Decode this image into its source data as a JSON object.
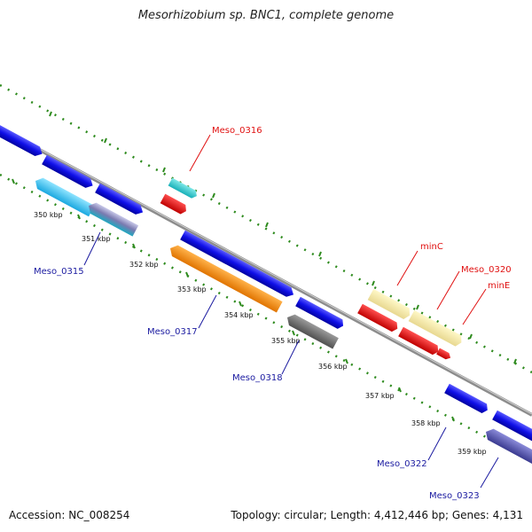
{
  "title": "Mesorhizobium sp. BNC1, complete genome",
  "footer": {
    "accession": "Accession: NC_008254",
    "topology": "Topology: circular; Length: 4,412,446 bp; Genes: 4,131"
  },
  "colors": {
    "backbone": "#8c8c8c",
    "ruler": "#2e8b1e",
    "forward_cds": "#1010e0",
    "reverse_cds": "#1010e0",
    "label_blue": "#1a1aa0",
    "label_red": "#e01010"
  },
  "ticks": [
    "350 kbp",
    "351 kbp",
    "352 kbp",
    "353 kbp",
    "354 kbp",
    "355 kbp",
    "356 kbp",
    "357 kbp",
    "358 kbp",
    "359 kbp"
  ],
  "gene_labels": [
    {
      "id": "Meso_0316",
      "text": "Meso_0316",
      "color": "red"
    },
    {
      "id": "minC",
      "text": "minC",
      "color": "red"
    },
    {
      "id": "Meso_0320",
      "text": "Meso_0320",
      "color": "red"
    },
    {
      "id": "minE",
      "text": "minE",
      "color": "red"
    },
    {
      "id": "Meso_0315",
      "text": "Meso_0315",
      "color": "blue"
    },
    {
      "id": "Meso_0317",
      "text": "Meso_0317",
      "color": "blue"
    },
    {
      "id": "Meso_0318",
      "text": "Meso_0318",
      "color": "blue"
    },
    {
      "id": "Meso_0322",
      "text": "Meso_0322",
      "color": "blue"
    },
    {
      "id": "Meso_0323",
      "text": "Meso_0323",
      "color": "blue"
    }
  ]
}
